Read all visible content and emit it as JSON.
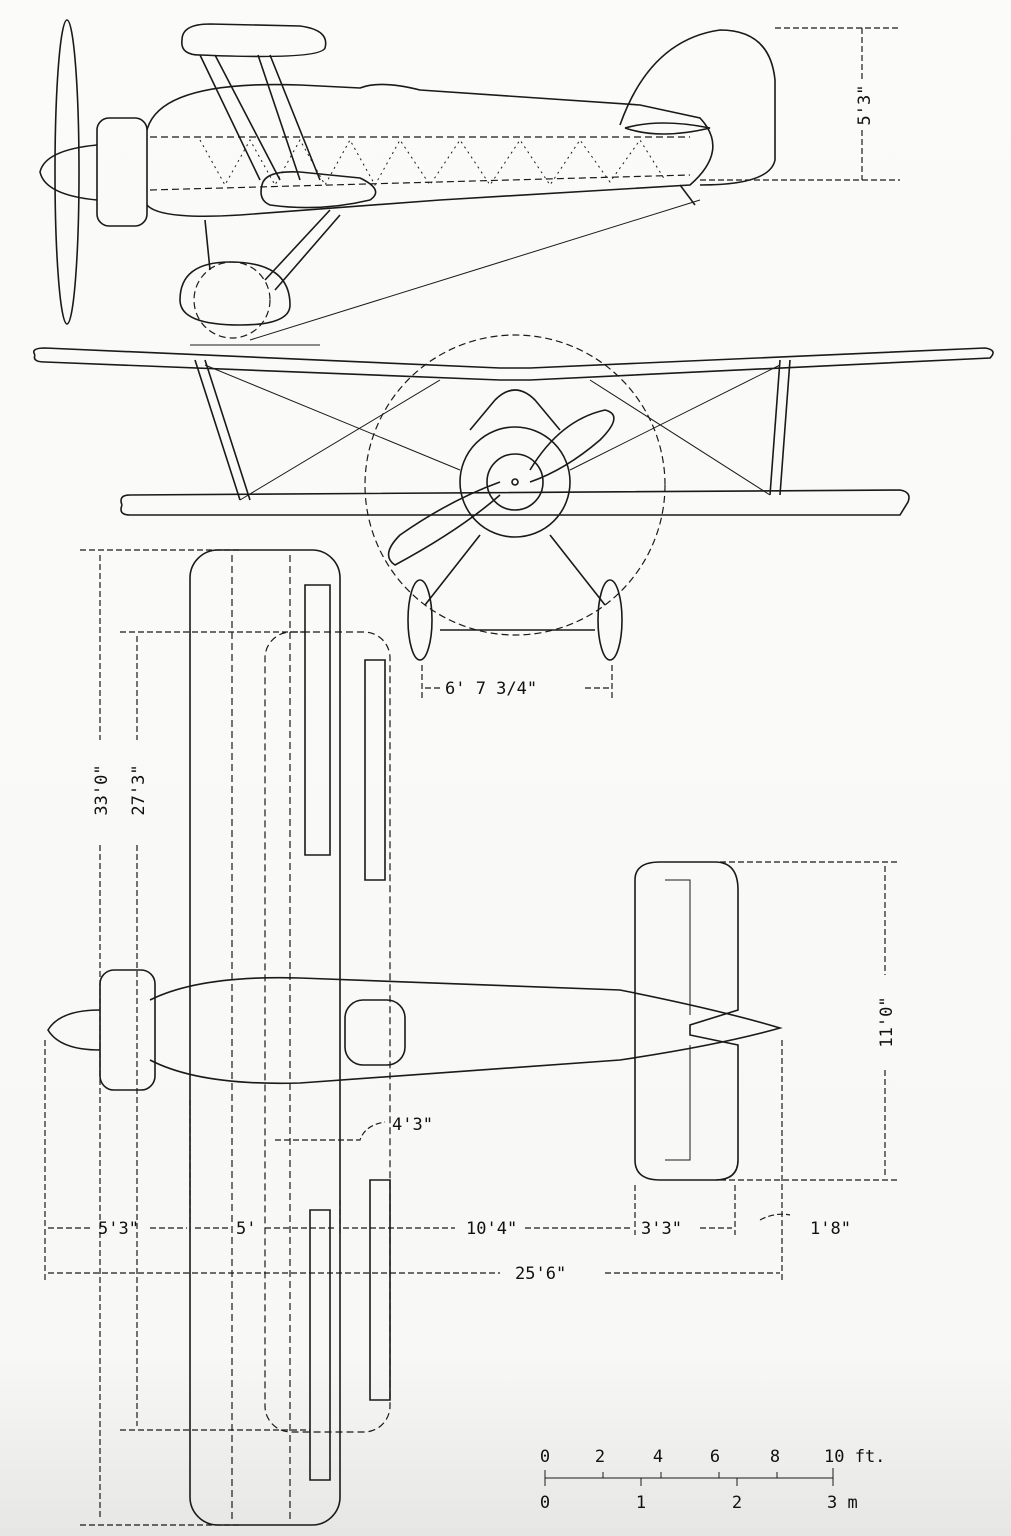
{
  "dimensions": {
    "tail_height": "5'3\"",
    "wheel_track": "6' 7 3/4\"",
    "upper_span": "33'0\"",
    "lower_span": "27'3\"",
    "tailplane_span": "11'0\"",
    "stagger": "4'3\"",
    "nose_to_wing": "5'3\"",
    "upper_chord": "5'",
    "wing_to_tail": "10'4\"",
    "tail_chord": "3'3\"",
    "elevator_overhang": "1'8\"",
    "overall_length": "25'6\""
  },
  "scale": {
    "feet_ticks": [
      "0",
      "2",
      "4",
      "6",
      "8",
      "10 ft."
    ],
    "meter_ticks": [
      "0",
      "1",
      "2",
      "3 m"
    ]
  }
}
